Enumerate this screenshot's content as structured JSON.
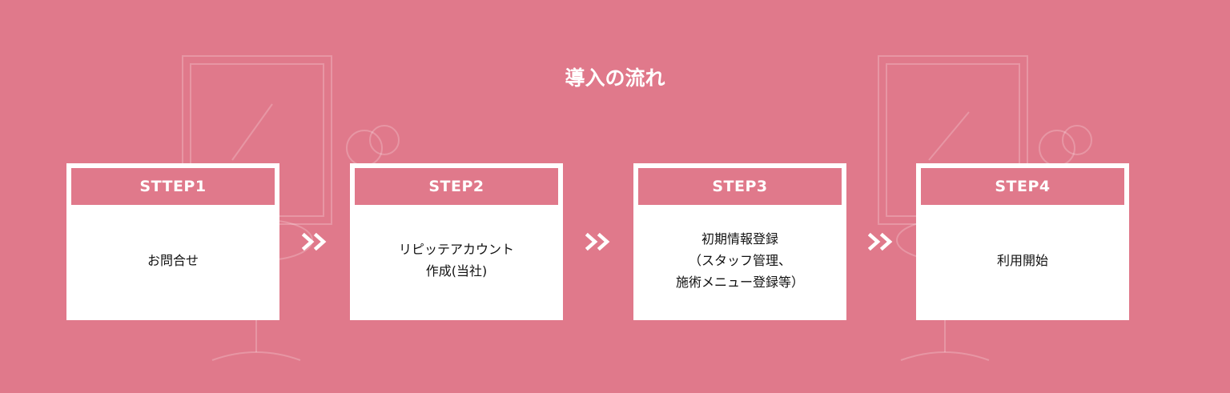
{
  "section": {
    "title": "導入の流れ",
    "background_color": "#e0798b",
    "accent_color": "#e0798b"
  },
  "steps": [
    {
      "label": "STTEP1",
      "description": "お問合せ"
    },
    {
      "label": "STEP2",
      "description": "リピッテアカウント\n作成(当社)"
    },
    {
      "label": "STEP3",
      "description": "初期情報登録\n（スタッフ管理、\n施術メニュー登録等）"
    },
    {
      "label": "STEP4",
      "description": "利用開始"
    }
  ],
  "arrows": [
    {
      "icon": "double-chevron-right-icon"
    },
    {
      "icon": "double-chevron-right-icon"
    },
    {
      "icon": "double-chevron-right-icon"
    }
  ]
}
